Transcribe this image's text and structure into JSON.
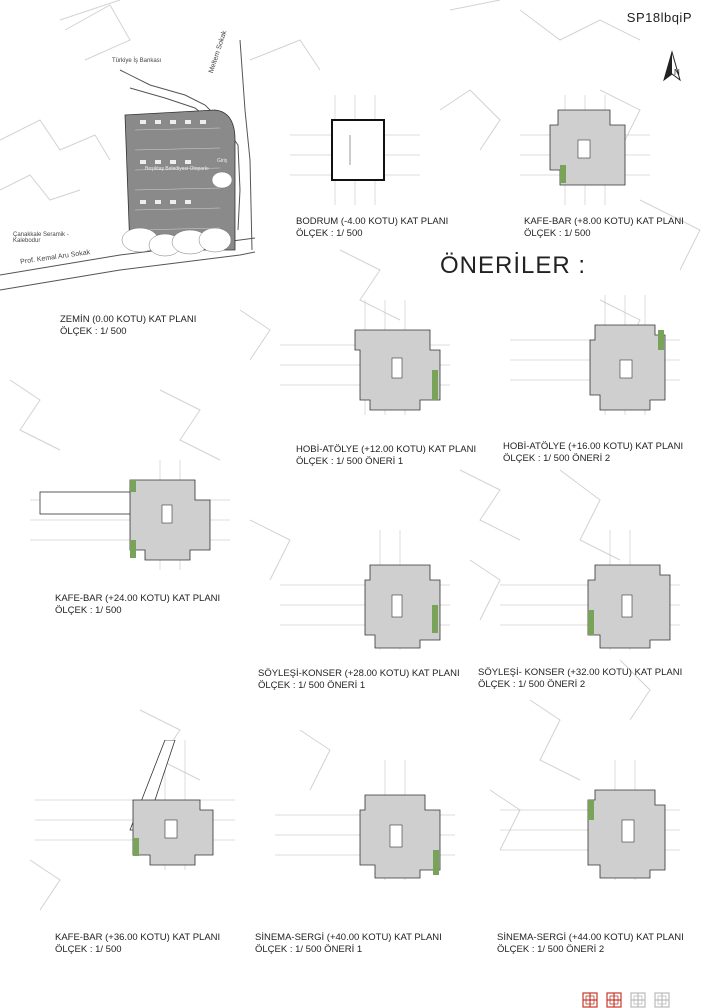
{
  "sheet_code": "SP18lbqiP",
  "north_label": "N",
  "heading": "ÖNERİLER :",
  "site": {
    "street_1": "Meltem Sokak",
    "street_2": "Prof. Kemal Aru Sokak",
    "label_bank": "Türkiye İş Bankası",
    "label_ceramic": "Çanakkale Seramik - Kalebodur",
    "label_building": "Beşiktaş Belediyesi Otoparkı",
    "label_giris": "Giriş"
  },
  "plans": [
    {
      "id": "zemin",
      "title": "ZEMİN (0.00 KOTU) KAT PLANI",
      "scale": "ÖLÇEK : 1/ 500"
    },
    {
      "id": "bodrum",
      "title": "BODRUM (-4.00 KOTU) KAT PLANI",
      "scale": "ÖLÇEK : 1/ 500"
    },
    {
      "id": "kafe8",
      "title": "KAFE-BAR (+8.00 KOTU) KAT PLANI",
      "scale": "ÖLÇEK : 1/ 500"
    },
    {
      "id": "hobi12",
      "title": "HOBİ-ATÖLYE (+12.00 KOTU) KAT PLANI",
      "scale": "ÖLÇEK : 1/ 500 ÖNERİ 1"
    },
    {
      "id": "hobi16",
      "title": "HOBİ-ATÖLYE (+16.00 KOTU) KAT PLANI",
      "scale": "ÖLÇEK : 1/ 500 ÖNERİ 2"
    },
    {
      "id": "kafe24",
      "title": "KAFE-BAR  (+24.00 KOTU) KAT PLANI",
      "scale": "ÖLÇEK : 1/ 500"
    },
    {
      "id": "soy28",
      "title": "SÖYLEŞİ-KONSER (+28.00 KOTU) KAT PLANI",
      "scale": "ÖLÇEK : 1/ 500 ÖNERİ 1"
    },
    {
      "id": "soy32",
      "title": "SÖYLEŞİ- KONSER  (+32.00 KOTU) KAT PLANI",
      "scale": "ÖLÇEK : 1/ 500 ÖNERİ 2"
    },
    {
      "id": "kafe36",
      "title": "KAFE-BAR (+36.00 KOTU) KAT PLANI",
      "scale": "ÖLÇEK : 1/ 500"
    },
    {
      "id": "sin40",
      "title": "SİNEMA-SERGİ (+40.00 KOTU) KAT PLANI",
      "scale": "ÖLÇEK : 1/ 500 ÖNERİ 1"
    },
    {
      "id": "sin44",
      "title": "SİNEMA-SERGİ (+44.00 KOTU) KAT PLANI",
      "scale": "ÖLÇEK : 1/ 500 ÖNERİ 2"
    }
  ],
  "footer_icons": [
    "cross-pattern-icon-red",
    "cross-pattern-icon-red",
    "cross-pattern-icon-grey",
    "cross-pattern-icon-grey"
  ],
  "colors": {
    "plan_fill": "#cfcfcf",
    "site_fill": "#8a8a8a",
    "greenery": "#7aa35a",
    "accent": "#c0392b"
  }
}
